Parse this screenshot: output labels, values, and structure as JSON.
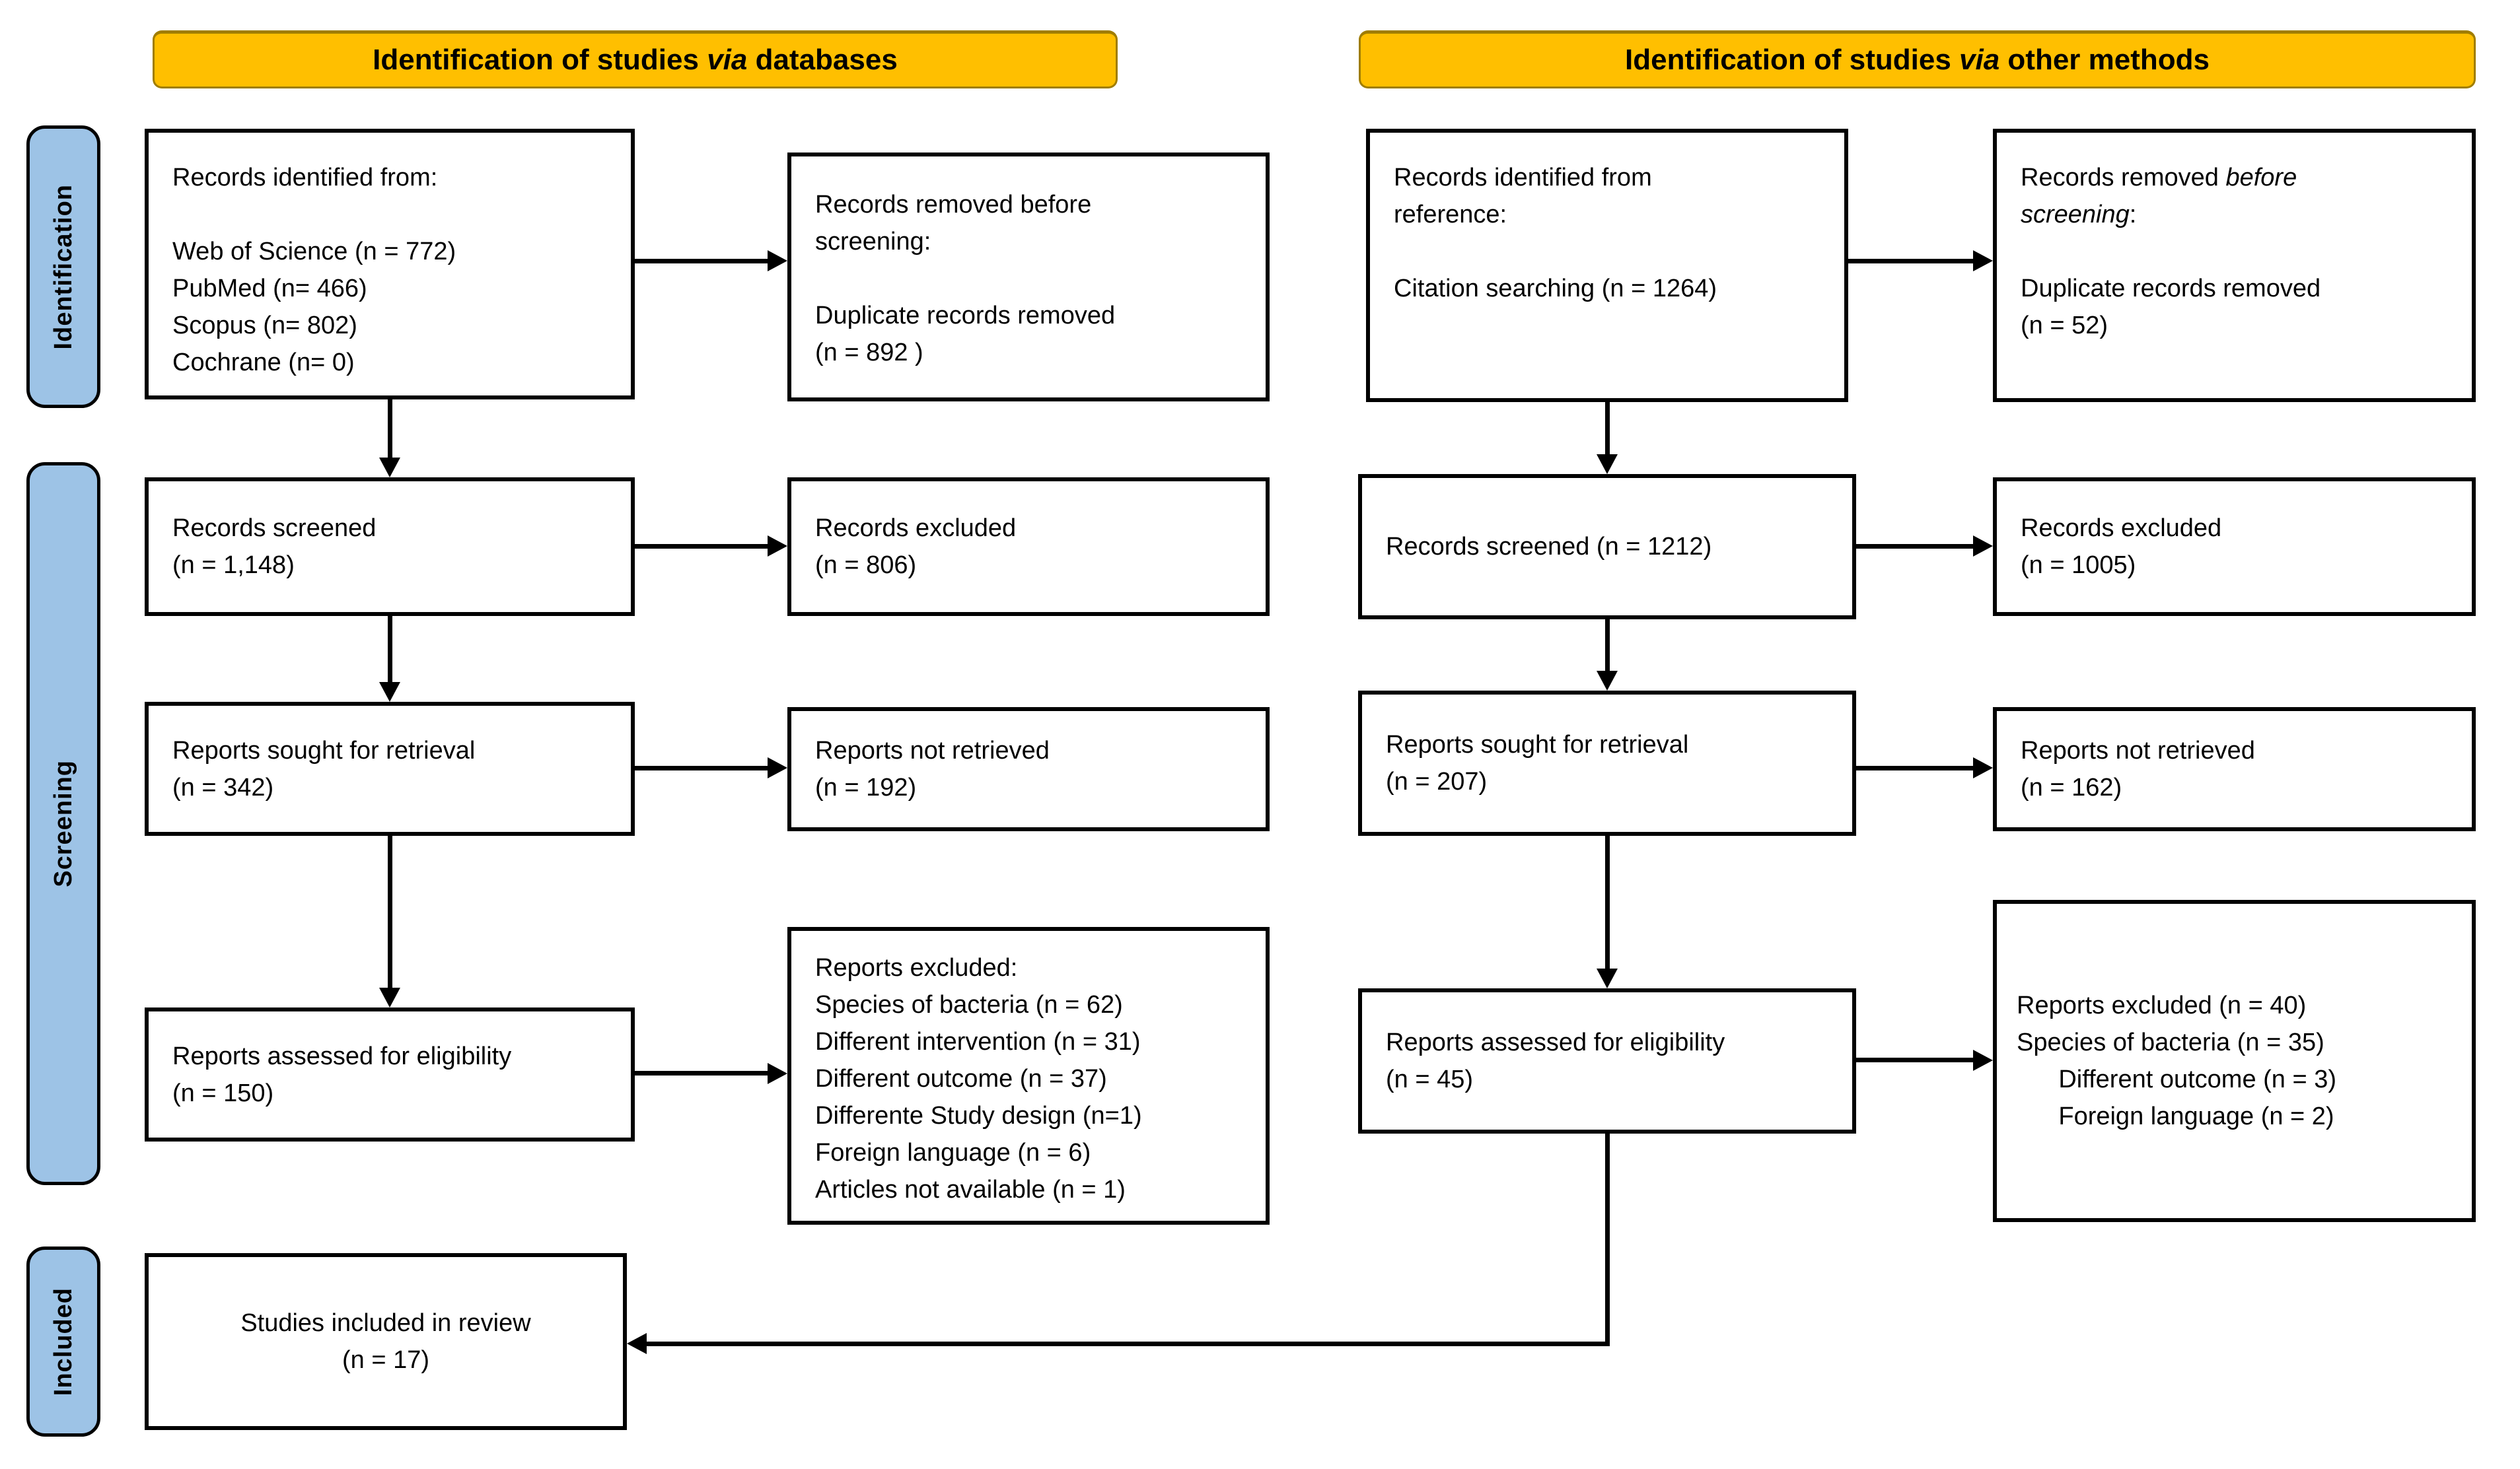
{
  "colors": {
    "header_bg": "#FFBF00",
    "stage_bg": "#9DC3E6",
    "line": "#000000"
  },
  "headers": {
    "left": {
      "pre": "Identification of studies ",
      "italic": "via",
      "post": " databases"
    },
    "right": {
      "pre": "Identification of studies ",
      "italic": "via",
      "post": " other methods"
    }
  },
  "stages": {
    "identification": "Identification",
    "screening": "Screening",
    "included": "Included"
  },
  "boxes": {
    "db_identified": "Records identified from:\n\nWeb of Science (n = 772)\nPubMed (n= 466)\nScopus (n= 802)\nCochrane (n= 0)",
    "db_removed": "Records removed before\nscreening:\n\nDuplicate records removed\n(n = 892 )",
    "db_screened": "Records screened\n(n = 1,148)",
    "db_excluded": "Records excluded\n(n = 806)",
    "db_sought": "Reports sought for retrieval\n(n = 342)",
    "db_not_retrieved": "Reports not retrieved\n(n = 192)",
    "db_assessed": "Reports assessed for eligibility\n(n = 150)",
    "db_reports_excluded": "Reports excluded:\nSpecies of bacteria (n = 62)\nDifferent intervention (n = 31)\nDifferent outcome (n = 37)\nDifferente Study design (n=1)\nForeign language (n = 6)\nArticles not available (n = 1)",
    "included_studies": "Studies included in review\n(n = 17)",
    "other_identified": "Records identified from\nreference:\n\nCitation searching (n = 1264)",
    "other_removed_pre": "Records removed ",
    "other_removed_italic": "before\nscreening",
    "other_removed_post": ":",
    "other_removed_body": "\n\nDuplicate records removed\n(n = 52)",
    "other_screened": "Records screened (n = 1212)",
    "other_excluded": "Records excluded\n(n = 1005)",
    "other_sought": "Reports sought for retrieval\n(n = 207)",
    "other_not_retrieved": "Reports not retrieved\n(n = 162)",
    "other_assessed": "Reports assessed for eligibility\n(n = 45)",
    "other_reports_excluded": "Reports excluded (n = 40)\nSpecies of bacteria (n = 35)\n      Different outcome (n = 3)\n      Foreign language (n = 2)"
  }
}
